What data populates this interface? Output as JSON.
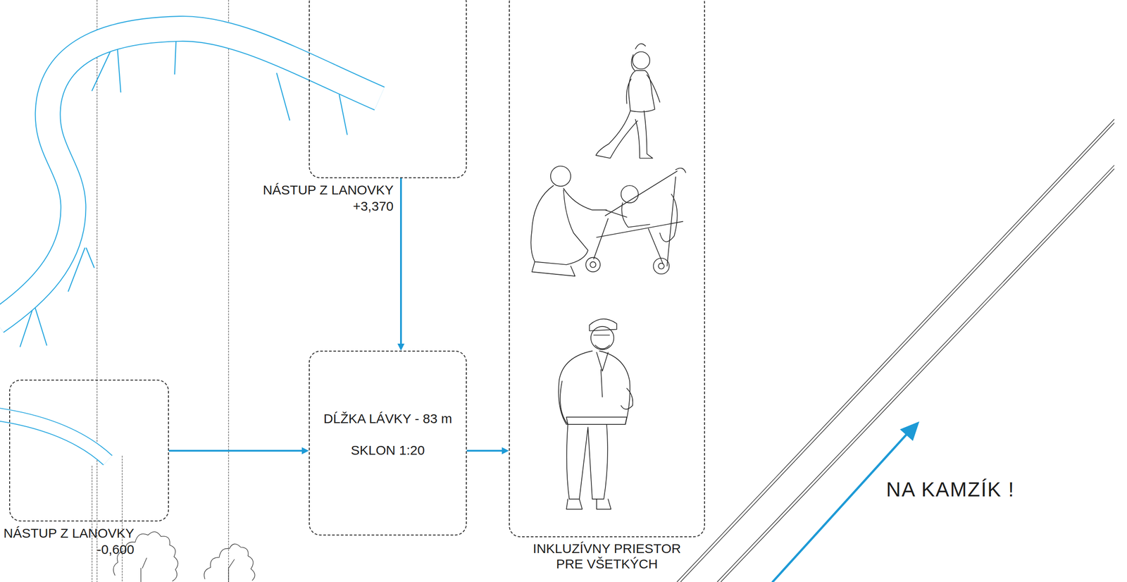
{
  "diagram": {
    "nodes": [
      {
        "text": [
          "NÁSTUP Z LANOVKY",
          "+3,370"
        ]
      },
      {
        "text": [
          "NÁSTUP Z LANOVKY",
          "-0,600"
        ]
      },
      {
        "text": [
          "DĹŽKA LÁVKY - 83 m",
          "SKLON 1:20"
        ]
      },
      {
        "text": [
          "INKLUZÍVNY PRIESTOR PRE VŠETKÝCH"
        ]
      }
    ],
    "edges": [
      {
        "from": 0,
        "to": 2,
        "arrow": "to"
      },
      {
        "from": 1,
        "to": 2,
        "arrow": "to"
      },
      {
        "from": 2,
        "to": 3,
        "arrow": "to"
      }
    ],
    "labels": [
      "NA KAMZÍK !"
    ]
  }
}
